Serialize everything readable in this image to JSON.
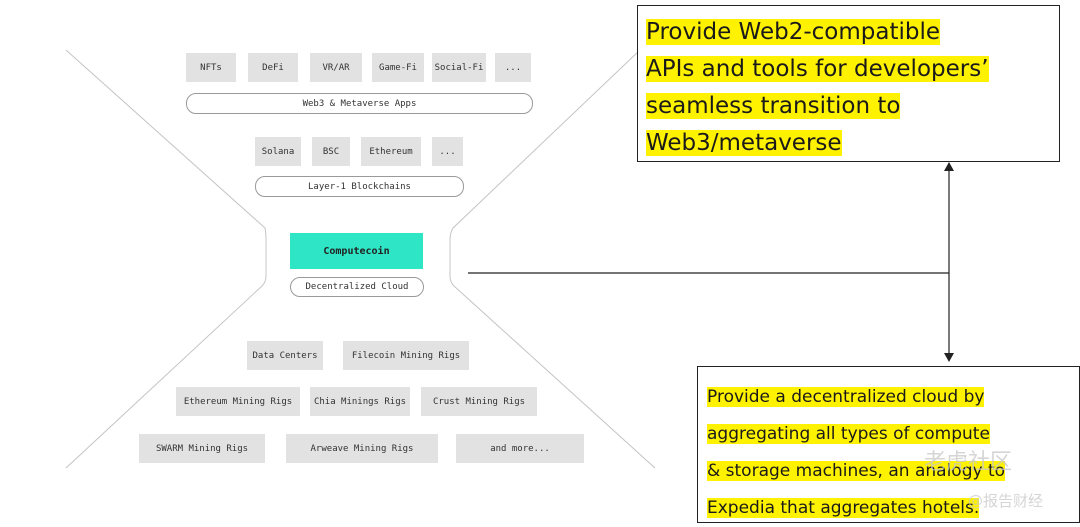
{
  "apps": {
    "items": [
      "NFTs",
      "DeFi",
      "VR/AR",
      "Game-Fi",
      "Social-Fi",
      "..."
    ],
    "layer_label": "Web3 & Metaverse Apps"
  },
  "blockchains": {
    "items": [
      "Solana",
      "BSC",
      "Ethereum",
      "..."
    ],
    "layer_label": "Layer-1 Blockchains"
  },
  "core": {
    "name": "Computecoin",
    "layer_label": "Decentralized Cloud"
  },
  "resources": {
    "row1": [
      "Data Centers",
      "Filecoin Mining Rigs"
    ],
    "row2": [
      "Ethereum Mining Rigs",
      "Chia Minings Rigs",
      "Crust Mining Rigs"
    ],
    "row3": [
      "SWARM Mining Rigs",
      "Arweave Mining Rigs",
      "and more..."
    ]
  },
  "callouts": {
    "top_lines": [
      "Provide Web2-compatible",
      "APIs and tools for developers’",
      "seamless transition to",
      "Web3/metaverse"
    ],
    "bottom_lines": [
      "Provide a decentralized cloud by",
      "aggregating all types of compute",
      "& storage machines, an analogy to",
      "Expedia that aggregates hotels."
    ]
  },
  "watermark": {
    "line1": "老虎社区",
    "line2": "@报告财经"
  },
  "colors": {
    "tile": "#e2e2e2",
    "core_accent": "#2ee6c6",
    "highlight": "#fff200",
    "outline": "#9a9a9a"
  }
}
